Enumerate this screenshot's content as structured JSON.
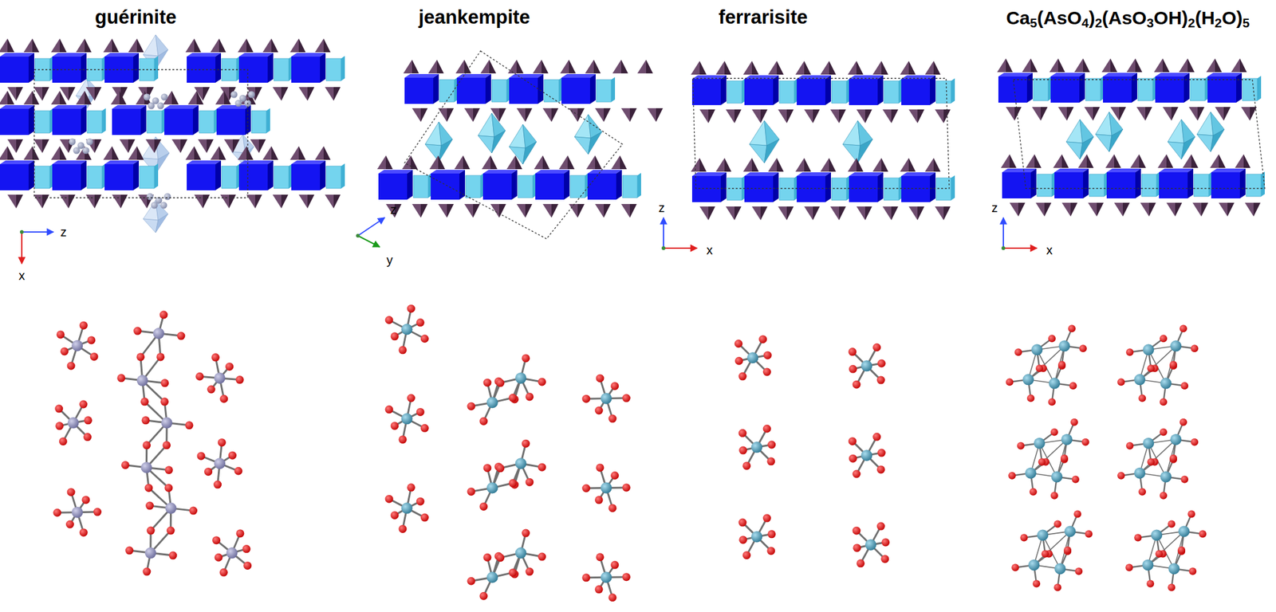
{
  "diagram": {
    "labels": [
      "guérinite",
      "jeankempite",
      "ferrarisite",
      "Ca5(AsO4)2(AsO3OH)2(H2O)5",
      "z",
      "x",
      "z",
      "y",
      "z",
      "x",
      "z",
      "x"
    ]
  }
}
